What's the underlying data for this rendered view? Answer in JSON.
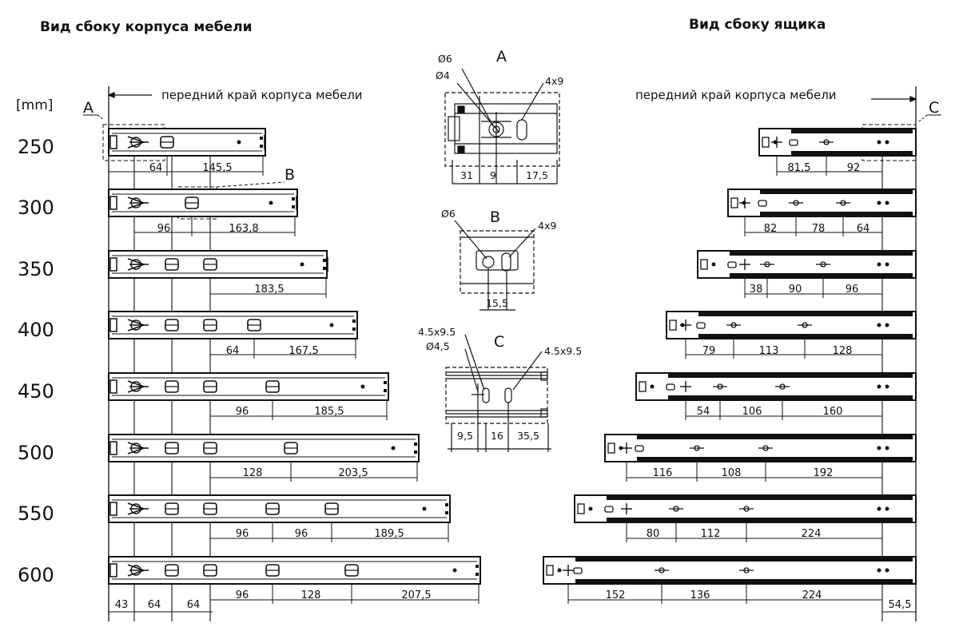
{
  "titles": {
    "left": "Вид сбоку корпуса мебели",
    "right": "Вид сбоку ящика",
    "front_edge_left": "передний край корпуса мебели",
    "front_edge_right": "передний край корпуса мебели",
    "units": "[mm]"
  },
  "markers": {
    "a": "A",
    "b": "B",
    "c": "C"
  },
  "lengths": [
    "250",
    "300",
    "350",
    "400",
    "450",
    "500",
    "550",
    "600"
  ],
  "cabinet_dims": [
    [
      "64",
      "145,5"
    ],
    [
      "96",
      "163,8"
    ],
    [
      "183,5"
    ],
    [
      "64",
      "167,5"
    ],
    [
      "96",
      "185,5"
    ],
    [
      "128",
      "203,5"
    ],
    [
      "96",
      "96",
      "189,5"
    ],
    [
      "96",
      "128",
      "207,5"
    ]
  ],
  "bottom_dims": [
    "43",
    "64",
    "64"
  ],
  "drawer_dims": [
    [
      "81,5",
      "92"
    ],
    [
      "82",
      "78",
      "64"
    ],
    [
      "38",
      "90",
      "96"
    ],
    [
      "79",
      "113",
      "128"
    ],
    [
      "54",
      "106",
      "160"
    ],
    [
      "116",
      "108",
      "192"
    ],
    [
      "80",
      "112",
      "224"
    ],
    [
      "152",
      "136",
      "224"
    ]
  ],
  "drawer_extra": "54,5",
  "detail_a": {
    "label": "A",
    "hole1": "Ø6",
    "hole2": "Ø4",
    "slot": "4x9",
    "dims": [
      "31",
      "9",
      "17,5"
    ]
  },
  "detail_b": {
    "label": "B",
    "hole": "Ø6",
    "slot": "4x9",
    "dims": [
      "15,5"
    ]
  },
  "detail_c": {
    "label": "C",
    "slot1": "4.5x9.5",
    "hole": "Ø4,5",
    "slot2": "4.5x9.5",
    "dims": [
      "9,5",
      "16",
      "35,5"
    ]
  }
}
